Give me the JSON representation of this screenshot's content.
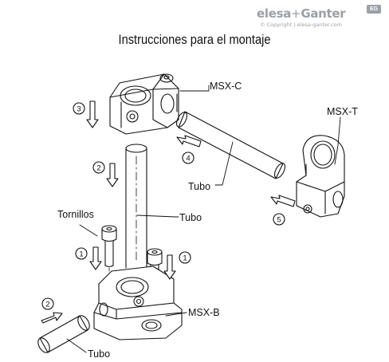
{
  "brand": {
    "logo_left": "elesa",
    "logo_plus": "+",
    "logo_right": "Ganter",
    "copyright": "© Copyright | elesa-ganter.com",
    "badge": "EG"
  },
  "title": "Instrucciones para el montaje",
  "labels": {
    "msx_c": "MSX-C",
    "msx_t": "MSX-T",
    "msx_b": "MSX-B",
    "tubo_upper": "Tubo",
    "tubo_middle": "Tubo",
    "tubo_lower": "Tubo",
    "tornillos": "Tornillos"
  },
  "steps": {
    "step3": "3",
    "step2_top": "2",
    "step4": "4",
    "step5": "5",
    "step1_left": "1",
    "step1_right": "1",
    "step2_bottom": "2"
  }
}
